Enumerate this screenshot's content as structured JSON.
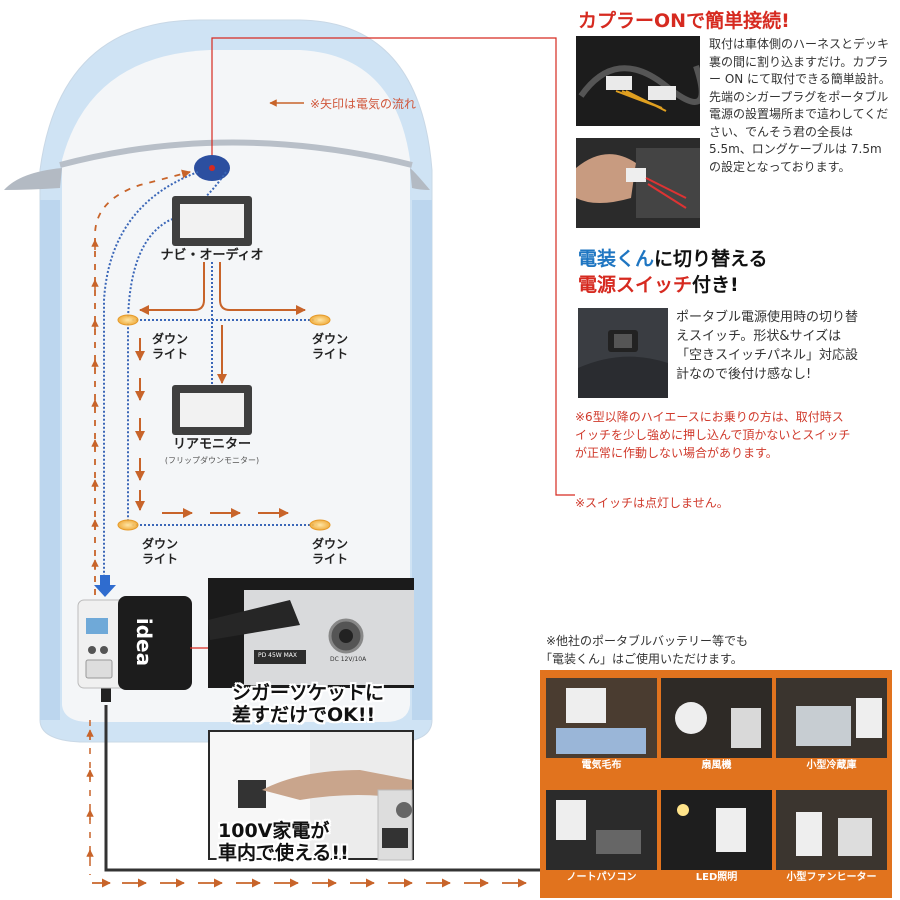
{
  "diagram": {
    "flow_note": "※矢印は電気の流れ",
    "navi_label": "ナビ・オーディオ",
    "rear_monitor_label": "リアモニター",
    "rear_monitor_sub": "(フリップダウンモニター)",
    "downlight_1": "ダウン\nライト",
    "downlight_2": "ダウン\nライト",
    "downlight_3": "ダウン\nライト",
    "downlight_4": "ダウン\nライト",
    "battery_brand": "idea",
    "socket_label_pd": "PD 45W MAX",
    "socket_label_dc": "DC 12V/10A",
    "cigar_caption": "シガーソケットに\n差すだけでOK!!",
    "ac_caption": "100V家電が\n車内で使える!!"
  },
  "right_panel": {
    "heading1_red": "カプラーON",
    "heading1_black": "で簡単接続!",
    "paragraph1": "取付は車体側のハーネスとデッキ裏の間に割り込ますだけ。カプラー ON にて取付できる簡単設計。先端のシガープラグをポータブル電源の設置場所まで這わしてください、でんそう君の全長は 5.5m、ロングケーブルは 7.5mの設定となっております。",
    "heading2_line1_blue": "電装くん",
    "heading2_line1_black": "に切り替える",
    "heading2_line2_red": "電源スイッチ",
    "heading2_line2_black": "付き!",
    "paragraph2": "ポータブル電源使用時の切り替えスイッチ。形状&サイズは「空きスイッチパネル」対応設計なので後付け感なし!",
    "note1": "※6型以降のハイエースにお乗りの方は、取付時スイッチを少し強めに押し込んで頂かないとスイッチが正常に作動しない場合があります。",
    "note2": "※スイッチは点灯しません。"
  },
  "other_battery": {
    "line1": "※他社のポータブルバッテリー等でも",
    "line2": "「電装くん」はご使用いただけます。",
    "items": [
      "電気毛布",
      "扇風機",
      "小型冷蔵庫",
      "ノートパソコン",
      "LED照明",
      "小型ファンヒーター"
    ]
  },
  "colors": {
    "accent_red": "#d62a20",
    "accent_blue": "#1f76c2",
    "flow_orange": "#c8642a",
    "panel_orange": "#e1731e",
    "van_blue": "#cfe3f4",
    "dotted_blue": "#3b67b8"
  }
}
